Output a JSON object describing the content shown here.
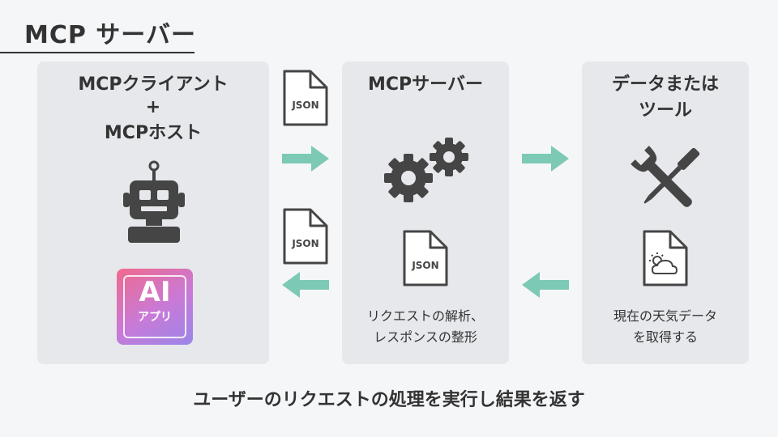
{
  "title": "MCP サーバー",
  "client": {
    "title_line1": "MCPクライアント",
    "title_line2": "+",
    "title_line3": "MCPホスト",
    "ai_badge": {
      "main": "AI",
      "sub": "アプリ"
    }
  },
  "server": {
    "title": "MCPサーバー",
    "caption_line1": "リクエストの解析、",
    "caption_line2": "レスポンスの整形"
  },
  "data": {
    "title_line1": "データまたは",
    "title_line2": "ツール",
    "caption_line1": "現在の天気データ",
    "caption_line2": "を取得する"
  },
  "file_icon_label": "JSON",
  "footer": "ユーザーのリクエストの処理を実行し結果を返す",
  "colors": {
    "arrow": "#7cc9b5",
    "icon": "#454545",
    "panel": "#e6e8ec",
    "ai_gradient_start": "#f06a8d",
    "ai_gradient_end": "#9a86e8"
  },
  "icons": [
    "json-file-icon",
    "robot-icon",
    "gear-icon",
    "tools-icon",
    "weather-file-icon",
    "arrow-right-icon",
    "arrow-left-icon"
  ]
}
